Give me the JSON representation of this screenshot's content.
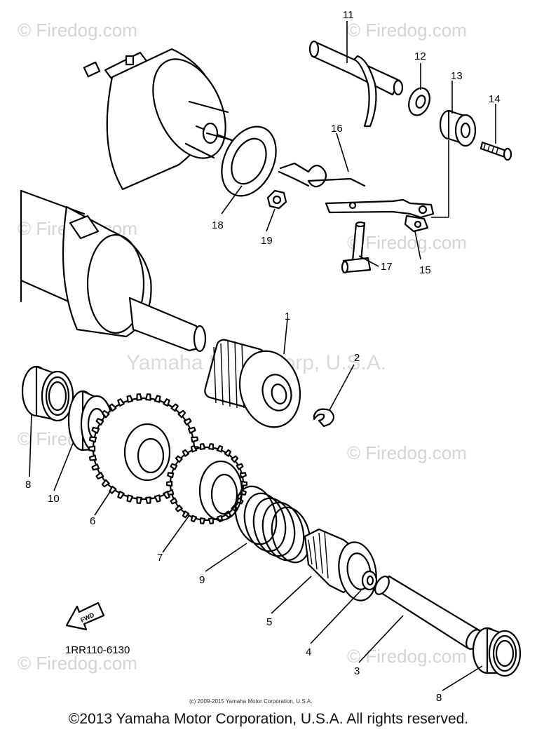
{
  "watermarks": {
    "firedog": "© Firedog.com",
    "center": "Yamaha Motor Corp, U.S.A."
  },
  "labels": {
    "p1": "1",
    "p2": "2",
    "p3": "3",
    "p4": "4",
    "p5": "5",
    "p6": "6",
    "p7": "7",
    "p8a": "8",
    "p8b": "8",
    "p9": "9",
    "p10": "10",
    "p11": "11",
    "p12": "12",
    "p13": "13",
    "p14": "14",
    "p15": "15",
    "p16": "16",
    "p17": "17",
    "p18": "18",
    "p19": "19"
  },
  "fwd_text": "FWD",
  "diagram_code": "1RR110-6130",
  "small_copyright": "(c) 2009-2015 Yamaha Motor Corporation, U.S.A.",
  "footer_copyright": "©2013 Yamaha Motor Corporation, U.S.A. All rights reserved."
}
